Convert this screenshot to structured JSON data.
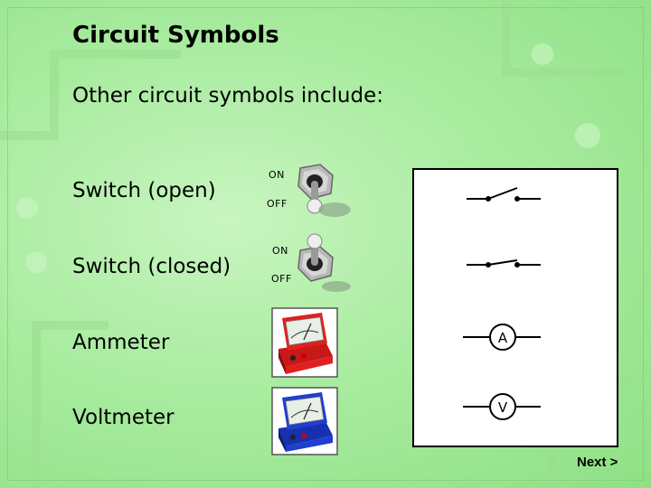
{
  "slide": {
    "title": "Circuit Symbols",
    "subtitle": "Other circuit symbols include:",
    "rows": [
      {
        "label": "Switch (open)",
        "on_label": "ON",
        "off_label": "OFF"
      },
      {
        "label": "Switch (closed)",
        "on_label": "ON",
        "off_label": "OFF"
      },
      {
        "label": "Ammeter",
        "symbol_letter": "A",
        "meter_color": "#e02020"
      },
      {
        "label": "Voltmeter",
        "symbol_letter": "V",
        "meter_color": "#1f3fd0"
      }
    ],
    "next_label": "Next >"
  },
  "colors": {
    "background": "#a9eca0",
    "panel": "#ffffff"
  }
}
